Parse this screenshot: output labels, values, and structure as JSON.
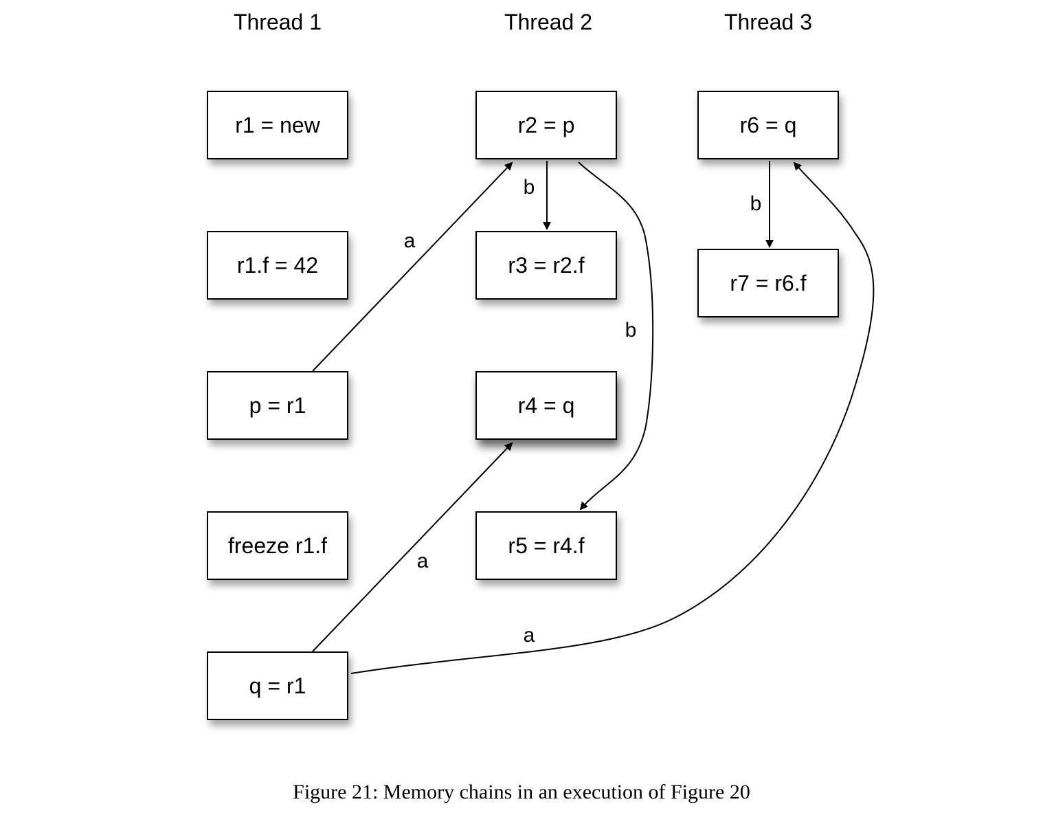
{
  "threads": [
    {
      "title": "Thread 1"
    },
    {
      "title": "Thread 2"
    },
    {
      "title": "Thread 3"
    }
  ],
  "nodes": {
    "t1_0": "r1 = new",
    "t1_1": "r1.f = 42",
    "t1_2": "p = r1",
    "t1_3": "freeze r1.f",
    "t1_4": "q = r1",
    "t2_0": "r2 = p",
    "t2_1": "r3 = r2.f",
    "t2_2": "r4 = q",
    "t2_3": "r5 = r4.f",
    "t3_0": "r6 = q",
    "t3_1": "r7 = r6.f"
  },
  "edges": [
    {
      "from": "t1_2",
      "to": "t2_0",
      "label": "a"
    },
    {
      "from": "t2_0",
      "to": "t2_1",
      "label": "b"
    },
    {
      "from": "t2_0",
      "to": "t2_3",
      "label": "b"
    },
    {
      "from": "t1_4",
      "to": "t2_2",
      "label": "a"
    },
    {
      "from": "t1_4",
      "to": "t3_0",
      "label": "a"
    },
    {
      "from": "t3_0",
      "to": "t3_1",
      "label": "b"
    }
  ],
  "caption": "Figure 21: Memory chains in an execution of Figure 20"
}
